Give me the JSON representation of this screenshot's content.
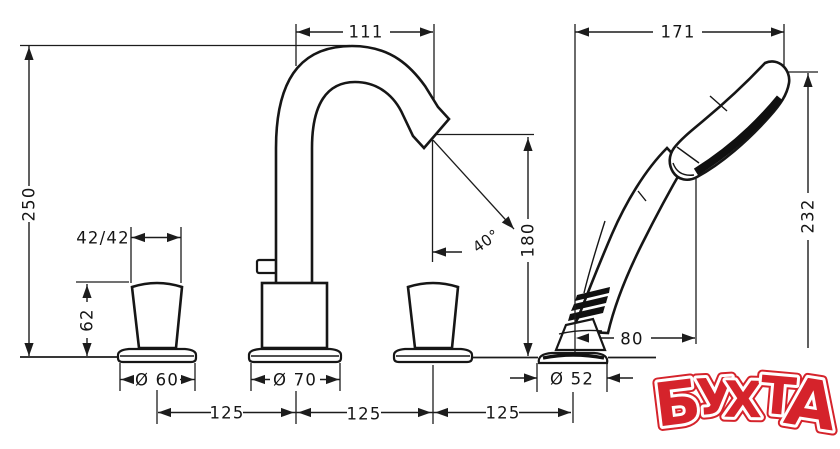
{
  "drawing": {
    "kind": "technical-dimension-drawing",
    "line_color": "#1c1c1c",
    "dimensions": {
      "overall_height": "250",
      "spout_projection": "111",
      "handshower_projection": "171",
      "handshower_height": "232",
      "outlet_height": "180",
      "outlet_angle": "40°",
      "handle_head_size": "42/42",
      "handle_height": "62",
      "handshower_offset": "80",
      "handle_base_diameter": "Ø 60",
      "spout_base_diameter": "Ø 70",
      "handshower_base_diameter": "Ø 52",
      "hole_spacing_left": "125",
      "hole_spacing_center": "125",
      "hole_spacing_right": "125"
    },
    "watermark": {
      "text": "БУХТА",
      "letters": [
        "Б",
        "У",
        "Х",
        "Т",
        "А"
      ],
      "fill": "#d5232b",
      "outline": "#ffffff"
    }
  }
}
